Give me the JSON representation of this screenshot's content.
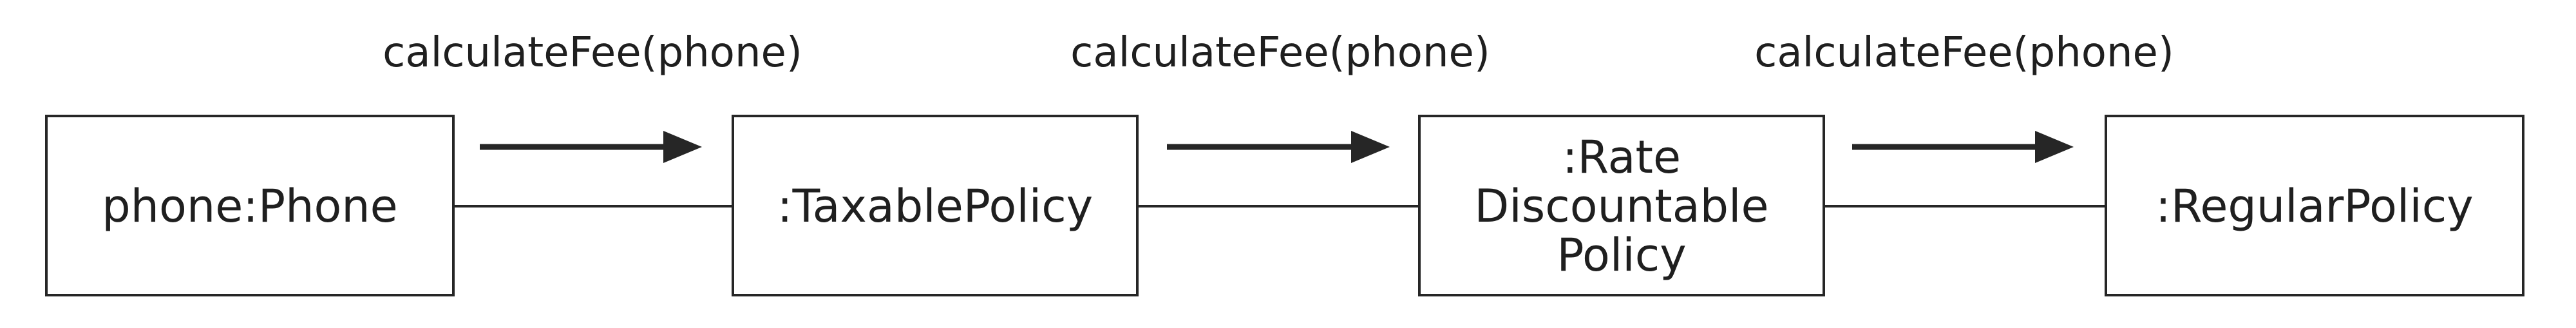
{
  "diagram": {
    "objects": [
      {
        "name": "phone:Phone"
      },
      {
        "name": ":TaxablePolicy"
      },
      {
        "lines": [
          ":Rate",
          "Discountable",
          "Policy"
        ]
      },
      {
        "name": ":RegularPolicy"
      }
    ],
    "messages": [
      {
        "label": "calculateFee(phone)"
      },
      {
        "label": "calculateFee(phone)"
      },
      {
        "label": "calculateFee(phone)"
      }
    ]
  }
}
